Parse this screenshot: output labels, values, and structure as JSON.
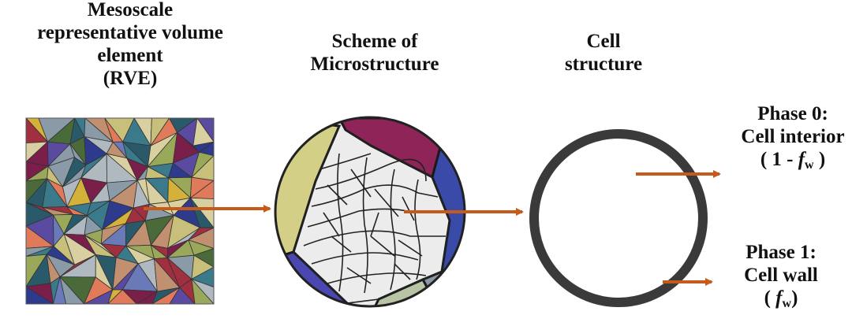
{
  "rve": {
    "title_lines": [
      "Mesoscale",
      "representative volume",
      "element",
      "(RVE)"
    ]
  },
  "scheme": {
    "title_lines": [
      "Scheme of",
      "Microstructure"
    ]
  },
  "cell": {
    "title_lines": [
      "Cell",
      "structure"
    ]
  },
  "phase0": {
    "line1": "Phase 0:",
    "line2": "Cell interior",
    "frac_prefix": "( 1 - ",
    "frac_symbol": "f",
    "frac_sub": "w",
    "frac_suffix": " )"
  },
  "phase1": {
    "line1": "Phase 1:",
    "line2": "Cell wall",
    "frac_prefix": "( ",
    "frac_symbol": "f",
    "frac_sub": "w",
    "frac_suffix": ")"
  },
  "colors": {
    "arrow": "#c55a1a",
    "cell_ring": "#3a3a3a",
    "grain_palette": [
      "#7a1e4a",
      "#2e3a8c",
      "#c8c07a",
      "#8a9aa6",
      "#4a6a3a",
      "#d4b23a",
      "#b0b8c0",
      "#e07a5a",
      "#5a4aa0",
      "#9aa85a",
      "#2a5a6a",
      "#a03040",
      "#d8d0a0",
      "#6a7ab8",
      "#c09070",
      "#3a7a8a"
    ]
  }
}
